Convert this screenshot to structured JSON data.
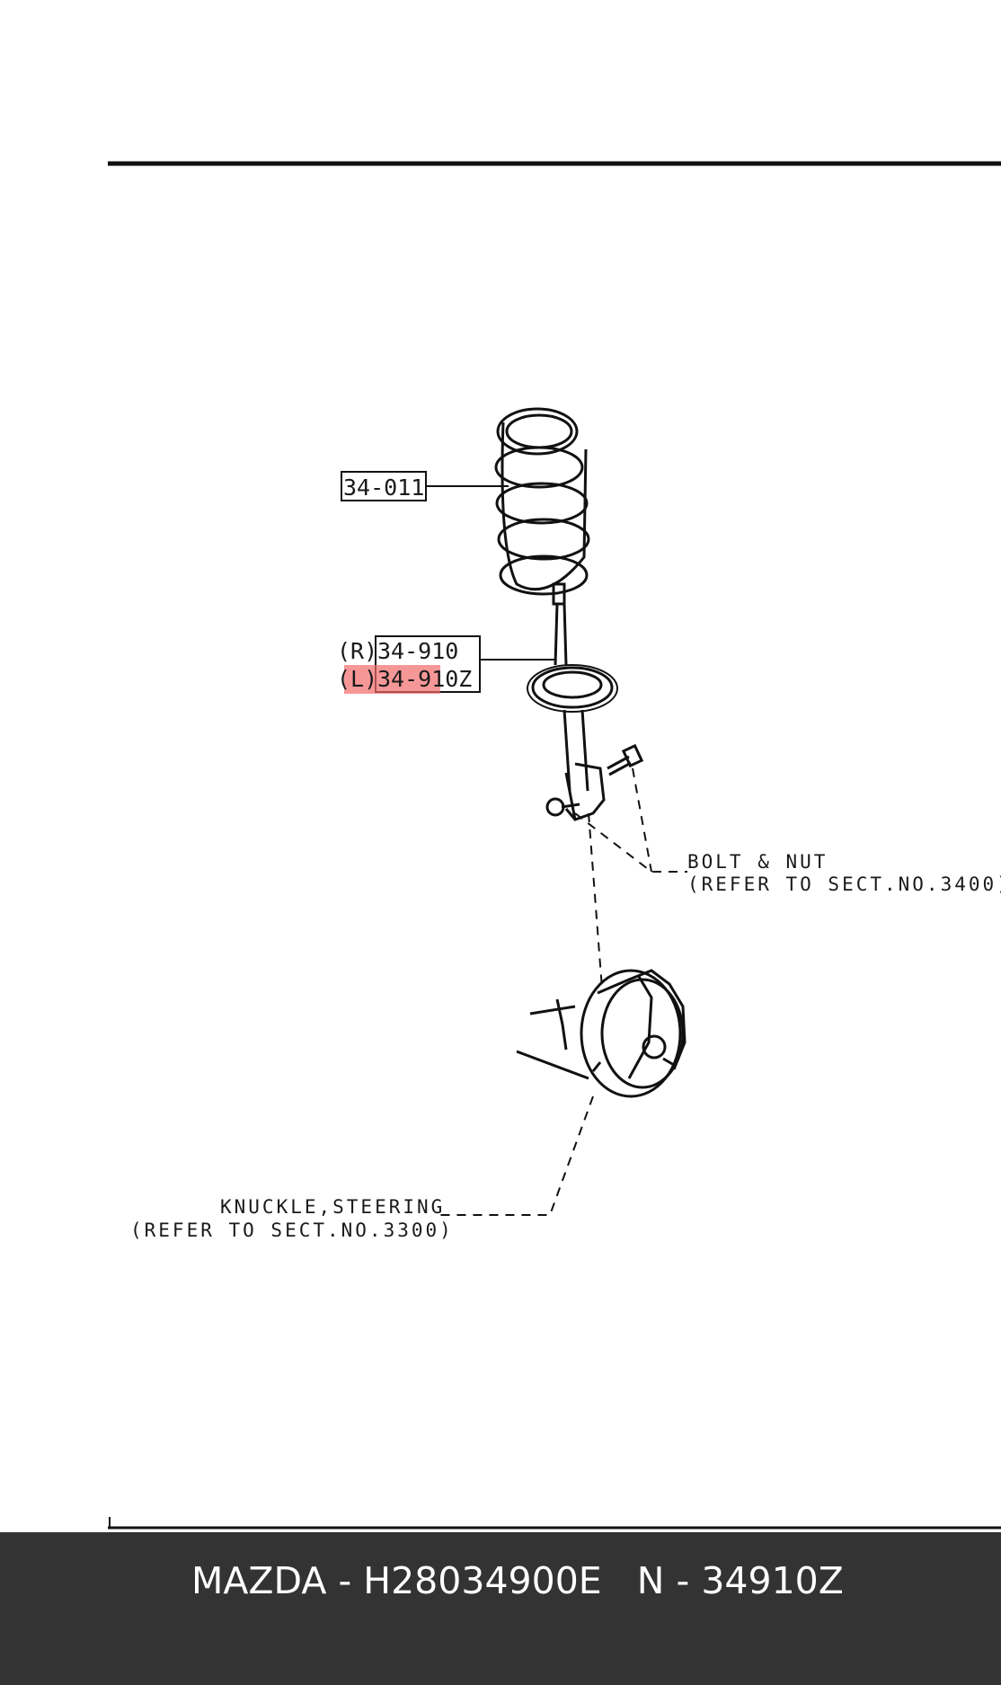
{
  "diagram": {
    "callouts": {
      "spring": "34-011",
      "strut_right_prefix": "(R)",
      "strut_right": "34-910",
      "strut_left_prefix": "(L)",
      "strut_left": "34-910Z"
    },
    "labels": {
      "bolt_title": "BOLT & NUT",
      "bolt_ref": "(REFER TO SECT.NO.3400)",
      "knuckle_title": "KNUCKLE,STEERING",
      "knuckle_ref": "(REFER TO SECT.NO.3300)"
    },
    "highlight_color": "#f26b6b"
  },
  "footer": {
    "caption": "MAZDA - H28034900E   N - 34910Z"
  }
}
